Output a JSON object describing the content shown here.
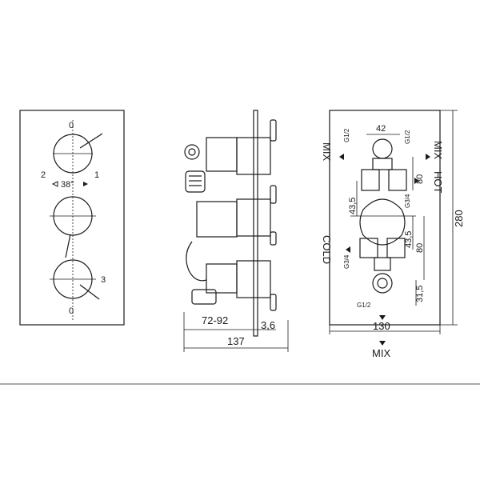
{
  "front": {
    "knob_top_zero": "0",
    "knob_top_left": "2",
    "knob_top_right": "1",
    "angle": "38°",
    "knob_bottom_three": "3",
    "knob_bottom_zero": "0"
  },
  "side": {
    "dim_depth_range": "72-92",
    "dim_plate": "3,6",
    "dim_total": "137"
  },
  "back": {
    "label_mix_left": "MIX",
    "label_mix_right": "MIX",
    "label_hot": "HOT",
    "label_cold": "COLD",
    "label_mix_bottom": "MIX",
    "dim_top_width": "42",
    "dim_g12_left": "G1/2",
    "dim_g12_right": "G1/2",
    "dim_g34_right": "G3/4",
    "dim_g34_left": "G3/4",
    "dim_g12_bottom": "G1/2",
    "dim_80_top": "80",
    "dim_435_left": "43,5",
    "dim_435_right": "43,5",
    "dim_80_mid": "80",
    "dim_315": "31,5",
    "dim_height": "280",
    "dim_width": "130"
  }
}
